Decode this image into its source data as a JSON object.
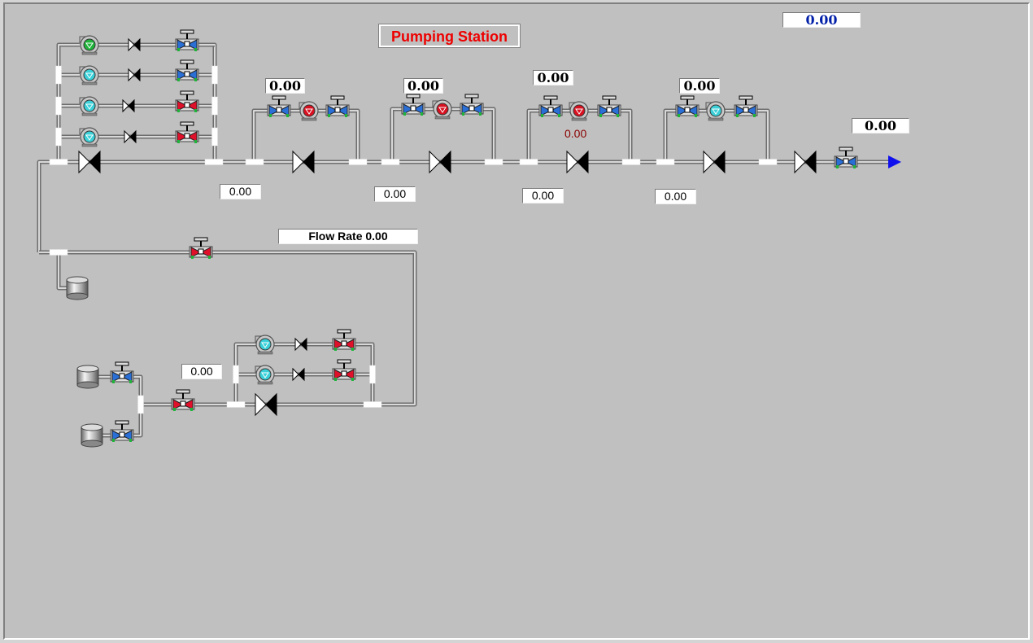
{
  "header": {
    "title": "Pumping Station",
    "total_value": "0.00"
  },
  "colors": {
    "title_text": "#ee0000",
    "total_value_text": "#001fa8",
    "valve_open": "#2a6fd6",
    "valve_closed": "#e0102a",
    "pump_running": "#3ad0d8",
    "pump_stopped": "#d81020",
    "pump_green": "#1fb33a",
    "arrow": "#1010ee"
  },
  "booster_stations": [
    {
      "header_value": "0.00",
      "flow_value": "0.00",
      "pump_state": "stopped"
    },
    {
      "header_value": "0.00",
      "flow_value": "0.00",
      "pump_state": "stopped"
    },
    {
      "header_value": "0.00",
      "flow_value": "0.00",
      "pump_state": "stopped",
      "pump_reading": "0.00"
    },
    {
      "header_value": "0.00",
      "flow_value": "0.00",
      "pump_state": "running"
    }
  ],
  "outlet_value": "0.00",
  "flow_rate_label": "Flow Rate 0.00",
  "intake_value": "0.00",
  "icons": {
    "pump": "centrifugal-pump-icon",
    "control_valve": "control-valve-icon",
    "gate_valve": "gate-valve-icon",
    "check_valve": "check-valve-icon",
    "tank": "storage-tank-icon",
    "arrow": "flow-arrow-icon"
  }
}
